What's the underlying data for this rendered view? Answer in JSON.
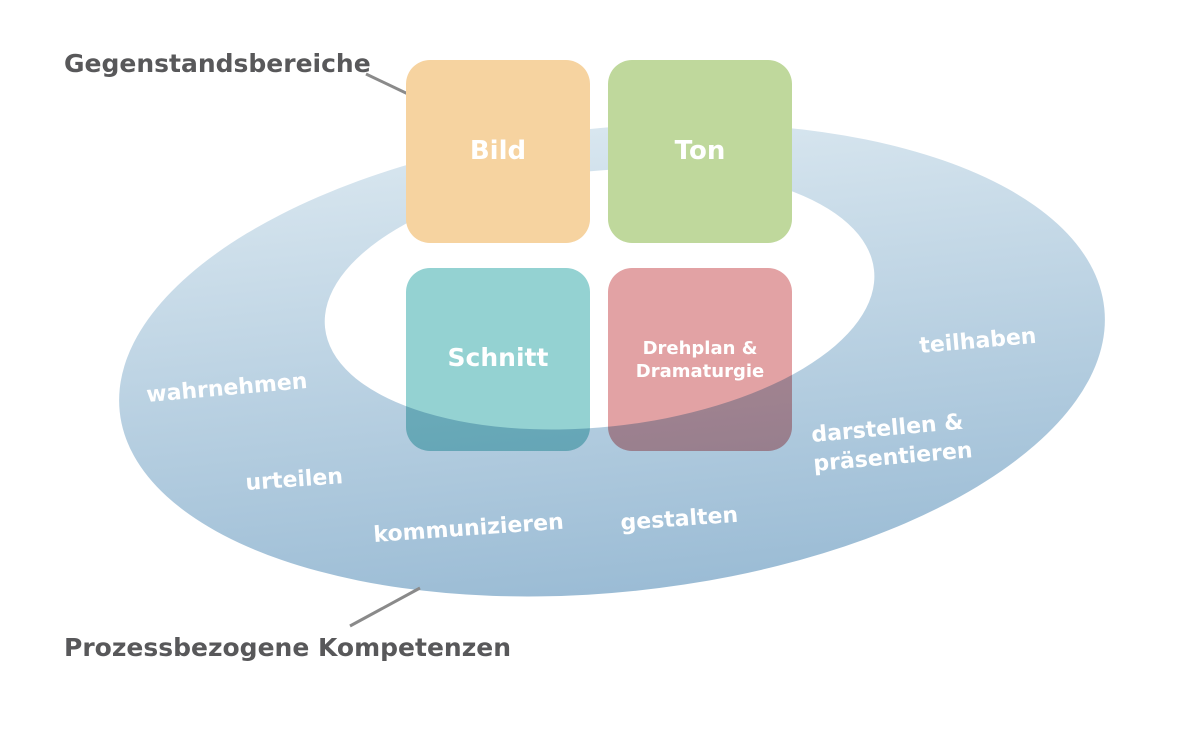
{
  "labels": {
    "subject_areas": "Gegenstandsbereiche",
    "process_competencies": "Prozessbezogene Kompetenzen"
  },
  "boxes": [
    {
      "label": "Bild",
      "color": "#f6d3a0"
    },
    {
      "label": "Ton",
      "color": "#bfd89c"
    },
    {
      "label": "Schnitt",
      "color": "#94d2d2"
    },
    {
      "label_line1": "Drehplan &",
      "label_line2": "Dramaturgie",
      "color": "#e2a2a4"
    }
  ],
  "competencies": {
    "wahrnehmen": "wahrnehmen",
    "urteilen": "urteilen",
    "kommunizieren": "kommunizieren",
    "gestalten": "gestalten",
    "darstellen_1": "darstellen &",
    "darstellen_2": "präsentieren",
    "teilhaben": "teilhaben"
  },
  "colors": {
    "ring_top": "#d6e5ee",
    "ring_bottom": "#9bbcd5",
    "label_text": "#58585a"
  }
}
